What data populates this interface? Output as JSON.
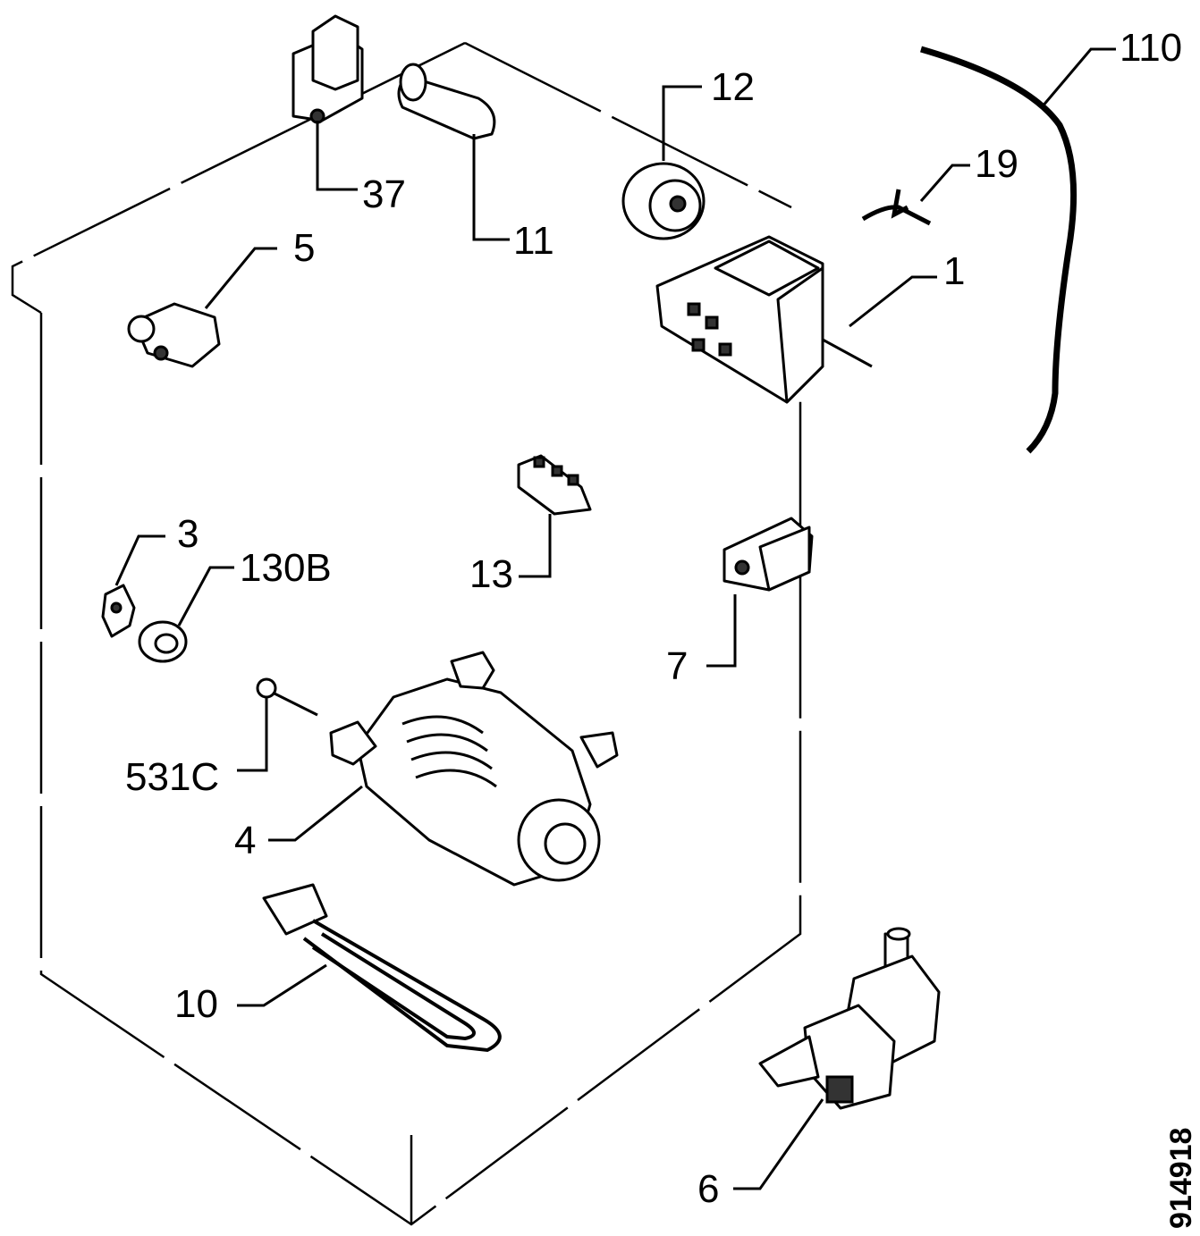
{
  "diagram_ref": "914918",
  "parts": [
    {
      "id": "p110",
      "label": "110"
    },
    {
      "id": "p12",
      "label": "12"
    },
    {
      "id": "p19",
      "label": "19"
    },
    {
      "id": "p1",
      "label": "1"
    },
    {
      "id": "p37",
      "label": "37"
    },
    {
      "id": "p11",
      "label": "11"
    },
    {
      "id": "p5",
      "label": "5"
    },
    {
      "id": "p3",
      "label": "3"
    },
    {
      "id": "p130b",
      "label": "130B"
    },
    {
      "id": "p13",
      "label": "13"
    },
    {
      "id": "p7",
      "label": "7"
    },
    {
      "id": "p531c",
      "label": "531C"
    },
    {
      "id": "p4",
      "label": "4"
    },
    {
      "id": "p10",
      "label": "10"
    },
    {
      "id": "p6",
      "label": "6"
    }
  ]
}
